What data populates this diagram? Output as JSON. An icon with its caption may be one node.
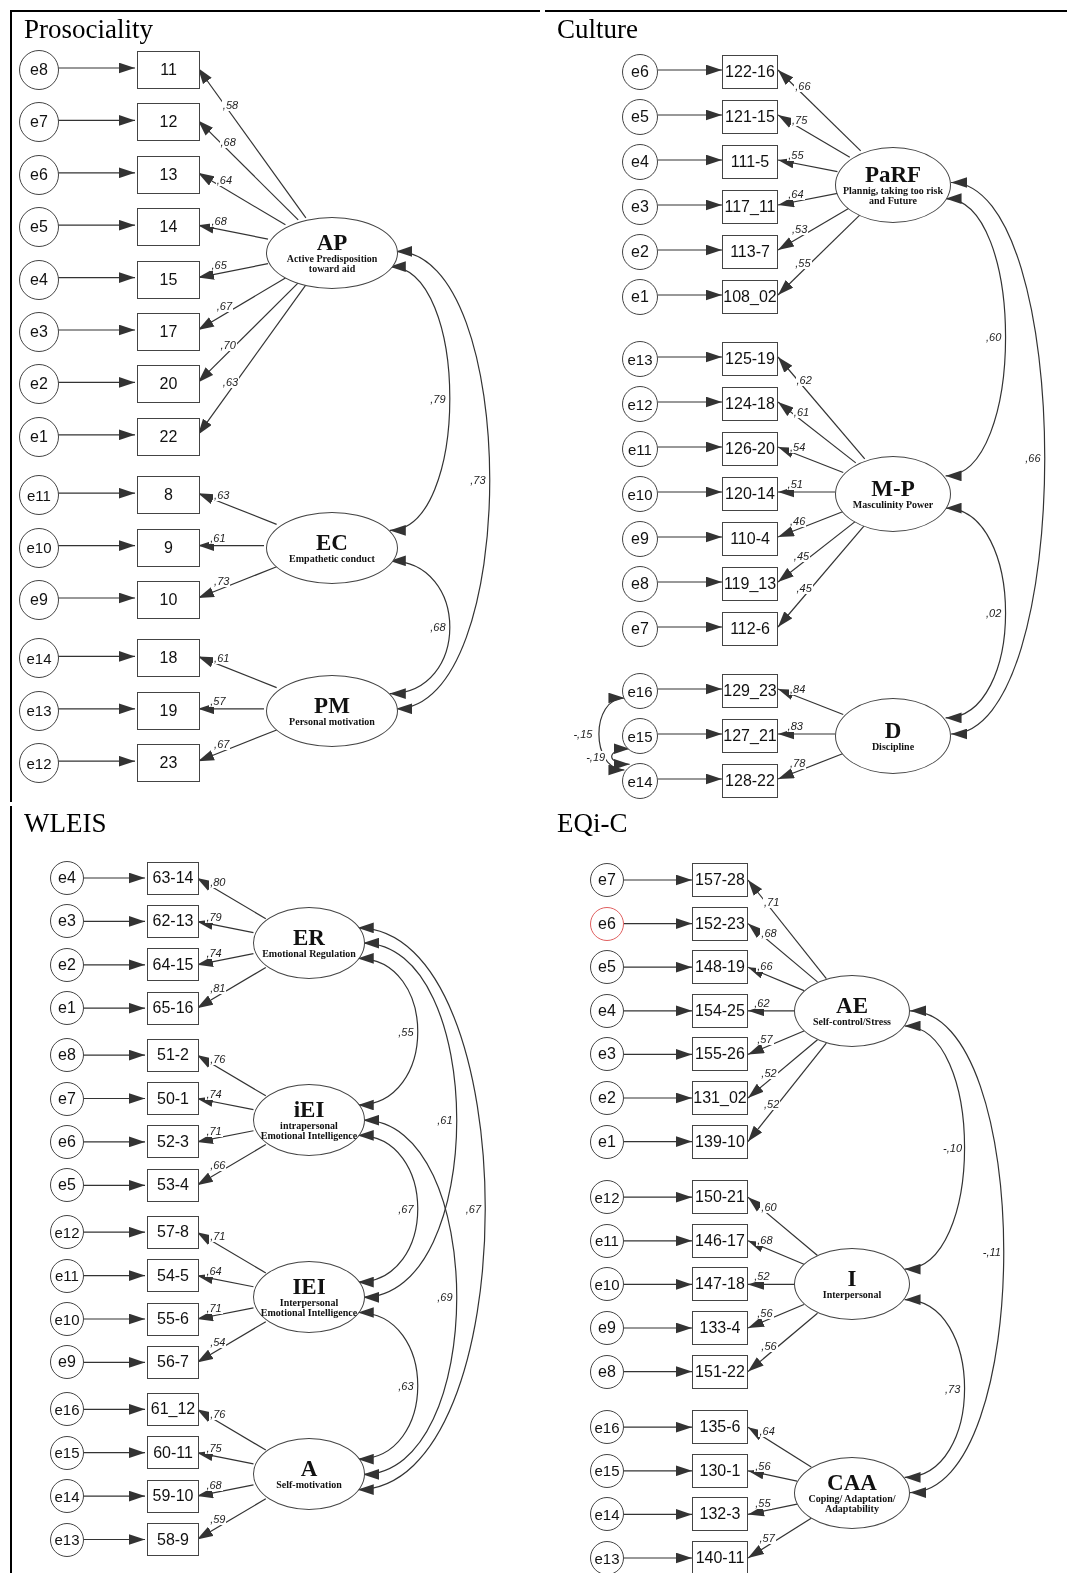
{
  "diagram": {
    "nodes": [
      {
        "text": [
          "Prosociality"
        ]
      },
      {
        "text": [
          "e8"
        ],
        "in": 0
      },
      {
        "text": [
          "11"
        ],
        "in": 0
      },
      {
        "text": [
          "e7"
        ],
        "in": 0
      },
      {
        "text": [
          "12"
        ],
        "in": 0
      },
      {
        "text": [
          "e6"
        ],
        "in": 0
      },
      {
        "text": [
          "13"
        ],
        "in": 0
      },
      {
        "text": [
          "e5"
        ],
        "in": 0
      },
      {
        "text": [
          "14"
        ],
        "in": 0
      },
      {
        "text": [
          "e4"
        ],
        "in": 0
      },
      {
        "text": [
          "15"
        ],
        "in": 0
      },
      {
        "text": [
          "e3"
        ],
        "in": 0
      },
      {
        "text": [
          "17"
        ],
        "in": 0
      },
      {
        "text": [
          "e2"
        ],
        "in": 0
      },
      {
        "text": [
          "20"
        ],
        "in": 0
      },
      {
        "text": [
          "e1"
        ],
        "in": 0
      },
      {
        "text": [
          "22"
        ],
        "in": 0
      },
      {
        "text": [
          "AP",
          "Active Predisposition toward aid"
        ],
        "in": 0
      },
      {
        "text": [
          "e11"
        ],
        "in": 0
      },
      {
        "text": [
          "8"
        ],
        "in": 0
      },
      {
        "text": [
          "e10"
        ],
        "in": 0
      },
      {
        "text": [
          "9"
        ],
        "in": 0
      },
      {
        "text": [
          "e9"
        ],
        "in": 0
      },
      {
        "text": [
          "10"
        ],
        "in": 0
      },
      {
        "text": [
          "EC",
          "Empathetic conduct"
        ],
        "in": 0
      },
      {
        "text": [
          "e14"
        ],
        "in": 0
      },
      {
        "text": [
          "18"
        ],
        "in": 0
      },
      {
        "text": [
          "e13"
        ],
        "in": 0
      },
      {
        "text": [
          "19"
        ],
        "in": 0
      },
      {
        "text": [
          "e12"
        ],
        "in": 0
      },
      {
        "text": [
          "23"
        ],
        "in": 0
      },
      {
        "text": [
          "PM",
          "Personal motivation"
        ],
        "in": 0
      },
      {
        "text": [
          "Culture"
        ]
      },
      {
        "text": [
          "e6"
        ],
        "in": 32
      },
      {
        "text": [
          "122-16"
        ],
        "in": 32
      },
      {
        "text": [
          "e5"
        ],
        "in": 32
      },
      {
        "text": [
          "121-15"
        ],
        "in": 32
      },
      {
        "text": [
          "e4"
        ],
        "in": 32
      },
      {
        "text": [
          "111-5"
        ],
        "in": 32
      },
      {
        "text": [
          "e3"
        ],
        "in": 32
      },
      {
        "text": [
          "117_11"
        ],
        "in": 32
      },
      {
        "text": [
          "e2"
        ],
        "in": 32
      },
      {
        "text": [
          "113-7"
        ],
        "in": 32
      },
      {
        "text": [
          "e1"
        ],
        "in": 32
      },
      {
        "text": [
          "108_02"
        ],
        "in": 32
      },
      {
        "text": [
          "PaRF",
          "Plannig, taking too risk and Future"
        ],
        "in": 32
      },
      {
        "text": [
          "e13"
        ],
        "in": 32
      },
      {
        "text": [
          "125-19"
        ],
        "in": 32
      },
      {
        "text": [
          "e12"
        ],
        "in": 32
      },
      {
        "text": [
          "124-18"
        ],
        "in": 32
      },
      {
        "text": [
          "e11"
        ],
        "in": 32
      },
      {
        "text": [
          "126-20"
        ],
        "in": 32
      },
      {
        "text": [
          "e10"
        ],
        "in": 32
      },
      {
        "text": [
          "120-14"
        ],
        "in": 32
      },
      {
        "text": [
          "e9"
        ],
        "in": 32
      },
      {
        "text": [
          "110-4"
        ],
        "in": 32
      },
      {
        "text": [
          "e8"
        ],
        "in": 32
      },
      {
        "text": [
          "119_13"
        ],
        "in": 32
      },
      {
        "text": [
          "e7"
        ],
        "in": 32
      },
      {
        "text": [
          "112-6"
        ],
        "in": 32
      },
      {
        "text": [
          "M-P",
          "Masculinity Power"
        ],
        "in": 32
      },
      {
        "text": [
          "e16"
        ],
        "in": 32
      },
      {
        "text": [
          "129_23"
        ],
        "in": 32
      },
      {
        "text": [
          "e15"
        ],
        "in": 32
      },
      {
        "text": [
          "127_21"
        ],
        "in": 32
      },
      {
        "text": [
          "e14"
        ],
        "in": 32
      },
      {
        "text": [
          "128-22"
        ],
        "in": 32
      },
      {
        "text": [
          "D",
          "Discipline"
        ],
        "in": 32
      },
      {
        "text": [
          "WLEIS"
        ]
      },
      {
        "text": [
          "e4"
        ],
        "in": 68
      },
      {
        "text": [
          "63-14"
        ],
        "in": 68
      },
      {
        "text": [
          "e3"
        ],
        "in": 68
      },
      {
        "text": [
          "62-13"
        ],
        "in": 68
      },
      {
        "text": [
          "e2"
        ],
        "in": 68
      },
      {
        "text": [
          "64-15"
        ],
        "in": 68
      },
      {
        "text": [
          "e1"
        ],
        "in": 68
      },
      {
        "text": [
          "65-16"
        ],
        "in": 68
      },
      {
        "text": [
          "ER",
          "Emotional Regulation"
        ],
        "in": 68
      },
      {
        "text": [
          "e8"
        ],
        "in": 68
      },
      {
        "text": [
          "51-2"
        ],
        "in": 68
      },
      {
        "text": [
          "e7"
        ],
        "in": 68
      },
      {
        "text": [
          "50-1"
        ],
        "in": 68
      },
      {
        "text": [
          "e6"
        ],
        "in": 68
      },
      {
        "text": [
          "52-3"
        ],
        "in": 68
      },
      {
        "text": [
          "e5"
        ],
        "in": 68
      },
      {
        "text": [
          "53-4"
        ],
        "in": 68
      },
      {
        "text": [
          "iEI",
          "intrapersonal Emotional Intelligence"
        ],
        "in": 68
      },
      {
        "text": [
          "e12"
        ],
        "in": 68
      },
      {
        "text": [
          "57-8"
        ],
        "in": 68
      },
      {
        "text": [
          "e11"
        ],
        "in": 68
      },
      {
        "text": [
          "54-5"
        ],
        "in": 68
      },
      {
        "text": [
          "e10"
        ],
        "in": 68
      },
      {
        "text": [
          "55-6"
        ],
        "in": 68
      },
      {
        "text": [
          "e9"
        ],
        "in": 68
      },
      {
        "text": [
          "56-7"
        ],
        "in": 68
      },
      {
        "text": [
          "IEI",
          "Interpersonal Emotional Intelligence"
        ],
        "in": 68
      },
      {
        "text": [
          "e16"
        ],
        "in": 68
      },
      {
        "text": [
          "61_12"
        ],
        "in": 68
      },
      {
        "text": [
          "e15"
        ],
        "in": 68
      },
      {
        "text": [
          "60-11"
        ],
        "in": 68
      },
      {
        "text": [
          "e14"
        ],
        "in": 68
      },
      {
        "text": [
          "59-10"
        ],
        "in": 68
      },
      {
        "text": [
          "e13"
        ],
        "in": 68
      },
      {
        "text": [
          "58-9"
        ],
        "in": 68
      },
      {
        "text": [
          "A",
          "Self-motivation"
        ],
        "in": 68
      },
      {
        "text": [
          "EQi-C"
        ]
      },
      {
        "text": [
          "e7"
        ],
        "in": 105
      },
      {
        "text": [
          "157-28"
        ],
        "in": 105
      },
      {
        "text": [
          "e6"
        ],
        "in": 105
      },
      {
        "text": [
          "152-23"
        ],
        "in": 105
      },
      {
        "text": [
          "e5"
        ],
        "in": 105
      },
      {
        "text": [
          "148-19"
        ],
        "in": 105
      },
      {
        "text": [
          "e4"
        ],
        "in": 105
      },
      {
        "text": [
          "154-25"
        ],
        "in": 105
      },
      {
        "text": [
          "e3"
        ],
        "in": 105
      },
      {
        "text": [
          "155-26"
        ],
        "in": 105
      },
      {
        "text": [
          "e2"
        ],
        "in": 105
      },
      {
        "text": [
          "131_02"
        ],
        "in": 105
      },
      {
        "text": [
          "e1"
        ],
        "in": 105
      },
      {
        "text": [
          "139-10"
        ],
        "in": 105
      },
      {
        "text": [
          "AE",
          "Self-control/Stress"
        ],
        "in": 105
      },
      {
        "text": [
          "e12"
        ],
        "in": 105
      },
      {
        "text": [
          "150-21"
        ],
        "in": 105
      },
      {
        "text": [
          "e11"
        ],
        "in": 105
      },
      {
        "text": [
          "146-17"
        ],
        "in": 105
      },
      {
        "text": [
          "e10"
        ],
        "in": 105
      },
      {
        "text": [
          "147-18"
        ],
        "in": 105
      },
      {
        "text": [
          "e9"
        ],
        "in": 105
      },
      {
        "text": [
          "133-4"
        ],
        "in": 105
      },
      {
        "text": [
          "e8"
        ],
        "in": 105
      },
      {
        "text": [
          "151-22"
        ],
        "in": 105
      },
      {
        "text": [
          "I",
          "Interpersonal"
        ],
        "in": 105
      },
      {
        "text": [
          "e16"
        ],
        "in": 105
      },
      {
        "text": [
          "135-6"
        ],
        "in": 105
      },
      {
        "text": [
          "e15"
        ],
        "in": 105
      },
      {
        "text": [
          "130-1"
        ],
        "in": 105
      },
      {
        "text": [
          "e14"
        ],
        "in": 105
      },
      {
        "text": [
          "132-3"
        ],
        "in": 105
      },
      {
        "text": [
          "e13"
        ],
        "in": 105
      },
      {
        "text": [
          "140-11"
        ],
        "in": 105
      },
      {
        "text": [
          "CAA",
          "Coping/ Adaptation/ Adaptability"
        ],
        "in": 105
      }
    ],
    "edges": [
      {
        "from": 1,
        "to": 2,
        "arrow": "to"
      },
      {
        "from": 17,
        "to": 2,
        "arrow": "to",
        "label": ",58"
      },
      {
        "from": 3,
        "to": 4,
        "arrow": "to"
      },
      {
        "from": 17,
        "to": 4,
        "arrow": "to",
        "label": ",68"
      },
      {
        "from": 5,
        "to": 6,
        "arrow": "to"
      },
      {
        "from": 17,
        "to": 6,
        "arrow": "to",
        "label": ",64"
      },
      {
        "from": 7,
        "to": 8,
        "arrow": "to"
      },
      {
        "from": 17,
        "to": 8,
        "arrow": "to",
        "label": ",68"
      },
      {
        "from": 9,
        "to": 10,
        "arrow": "to"
      },
      {
        "from": 17,
        "to": 10,
        "arrow": "to",
        "label": ",65"
      },
      {
        "from": 11,
        "to": 12,
        "arrow": "to"
      },
      {
        "from": 17,
        "to": 12,
        "arrow": "to",
        "label": ",67"
      },
      {
        "from": 13,
        "to": 14,
        "arrow": "to"
      },
      {
        "from": 17,
        "to": 14,
        "arrow": "to",
        "label": ",70"
      },
      {
        "from": 15,
        "to": 16,
        "arrow": "to"
      },
      {
        "from": 17,
        "to": 16,
        "arrow": "to",
        "label": ",63"
      },
      {
        "from": 18,
        "to": 19,
        "arrow": "to"
      },
      {
        "from": 24,
        "to": 19,
        "arrow": "to",
        "label": ",63"
      },
      {
        "from": 20,
        "to": 21,
        "arrow": "to"
      },
      {
        "from": 24,
        "to": 21,
        "arrow": "to",
        "label": ",61"
      },
      {
        "from": 22,
        "to": 23,
        "arrow": "to"
      },
      {
        "from": 24,
        "to": 23,
        "arrow": "to",
        "label": ",73"
      },
      {
        "from": 25,
        "to": 26,
        "arrow": "to"
      },
      {
        "from": 31,
        "to": 26,
        "arrow": "to",
        "label": ",61"
      },
      {
        "from": 27,
        "to": 28,
        "arrow": "to"
      },
      {
        "from": 31,
        "to": 28,
        "arrow": "to",
        "label": ",57"
      },
      {
        "from": 29,
        "to": 30,
        "arrow": "to"
      },
      {
        "from": 31,
        "to": 30,
        "arrow": "to",
        "label": ",67"
      },
      {
        "from": 17,
        "to": 24,
        "arrow": "both",
        "label": ",79"
      },
      {
        "from": 17,
        "to": 31,
        "arrow": "both",
        "label": ",73"
      },
      {
        "from": 24,
        "to": 31,
        "arrow": "both",
        "label": ",68"
      },
      {
        "from": 33,
        "to": 34,
        "arrow": "to"
      },
      {
        "from": 45,
        "to": 34,
        "arrow": "to",
        "label": ",66"
      },
      {
        "from": 35,
        "to": 36,
        "arrow": "to"
      },
      {
        "from": 45,
        "to": 36,
        "arrow": "to",
        "label": ",75"
      },
      {
        "from": 37,
        "to": 38,
        "arrow": "to"
      },
      {
        "from": 45,
        "to": 38,
        "arrow": "to",
        "label": ",55"
      },
      {
        "from": 39,
        "to": 40,
        "arrow": "to"
      },
      {
        "from": 45,
        "to": 40,
        "arrow": "to",
        "label": ",64"
      },
      {
        "from": 41,
        "to": 42,
        "arrow": "to"
      },
      {
        "from": 45,
        "to": 42,
        "arrow": "to",
        "label": ",53"
      },
      {
        "from": 43,
        "to": 44,
        "arrow": "to"
      },
      {
        "from": 45,
        "to": 44,
        "arrow": "to",
        "label": ",55"
      },
      {
        "from": 46,
        "to": 47,
        "arrow": "to"
      },
      {
        "from": 60,
        "to": 47,
        "arrow": "to",
        "label": ",62"
      },
      {
        "from": 48,
        "to": 49,
        "arrow": "to"
      },
      {
        "from": 60,
        "to": 49,
        "arrow": "to",
        "label": ",61"
      },
      {
        "from": 50,
        "to": 51,
        "arrow": "to"
      },
      {
        "from": 60,
        "to": 51,
        "arrow": "to",
        "label": ",54"
      },
      {
        "from": 52,
        "to": 53,
        "arrow": "to"
      },
      {
        "from": 60,
        "to": 53,
        "arrow": "to",
        "label": ",51"
      },
      {
        "from": 54,
        "to": 55,
        "arrow": "to"
      },
      {
        "from": 60,
        "to": 55,
        "arrow": "to",
        "label": ",46"
      },
      {
        "from": 56,
        "to": 57,
        "arrow": "to"
      },
      {
        "from": 60,
        "to": 57,
        "arrow": "to",
        "label": ",45"
      },
      {
        "from": 58,
        "to": 59,
        "arrow": "to"
      },
      {
        "from": 60,
        "to": 59,
        "arrow": "to",
        "label": ",45"
      },
      {
        "from": 61,
        "to": 62,
        "arrow": "to"
      },
      {
        "from": 67,
        "to": 62,
        "arrow": "to",
        "label": ",84"
      },
      {
        "from": 63,
        "to": 64,
        "arrow": "to"
      },
      {
        "from": 67,
        "to": 64,
        "arrow": "to",
        "label": ",83"
      },
      {
        "from": 65,
        "to": 66,
        "arrow": "to"
      },
      {
        "from": 67,
        "to": 66,
        "arrow": "to",
        "label": ",78"
      },
      {
        "from": 45,
        "to": 60,
        "arrow": "both",
        "label": ",60"
      },
      {
        "from": 45,
        "to": 67,
        "arrow": "both",
        "label": ",66"
      },
      {
        "from": 60,
        "to": 67,
        "arrow": "both",
        "label": ",02"
      },
      {
        "from": 61,
        "to": 65,
        "arrow": "both",
        "label": "-,15"
      },
      {
        "from": 63,
        "to": 65,
        "arrow": "both",
        "label": "-,19"
      },
      {
        "from": 69,
        "to": 70,
        "arrow": "to"
      },
      {
        "from": 77,
        "to": 70,
        "arrow": "to",
        "label": ",80"
      },
      {
        "from": 71,
        "to": 72,
        "arrow": "to"
      },
      {
        "from": 77,
        "to": 72,
        "arrow": "to",
        "label": ",79"
      },
      {
        "from": 73,
        "to": 74,
        "arrow": "to"
      },
      {
        "from": 77,
        "to": 74,
        "arrow": "to",
        "label": ",74"
      },
      {
        "from": 75,
        "to": 76,
        "arrow": "to"
      },
      {
        "from": 77,
        "to": 76,
        "arrow": "to",
        "label": ",81"
      },
      {
        "from": 78,
        "to": 79,
        "arrow": "to"
      },
      {
        "from": 86,
        "to": 79,
        "arrow": "to",
        "label": ",76"
      },
      {
        "from": 80,
        "to": 81,
        "arrow": "to"
      },
      {
        "from": 86,
        "to": 81,
        "arrow": "to",
        "label": ",74"
      },
      {
        "from": 82,
        "to": 83,
        "arrow": "to"
      },
      {
        "from": 86,
        "to": 83,
        "arrow": "to",
        "label": ",71"
      },
      {
        "from": 84,
        "to": 85,
        "arrow": "to"
      },
      {
        "from": 86,
        "to": 85,
        "arrow": "to",
        "label": ",66"
      },
      {
        "from": 87,
        "to": 88,
        "arrow": "to"
      },
      {
        "from": 95,
        "to": 88,
        "arrow": "to",
        "label": ",71"
      },
      {
        "from": 89,
        "to": 90,
        "arrow": "to"
      },
      {
        "from": 95,
        "to": 90,
        "arrow": "to",
        "label": ",64"
      },
      {
        "from": 91,
        "to": 92,
        "arrow": "to"
      },
      {
        "from": 95,
        "to": 92,
        "arrow": "to",
        "label": ",71"
      },
      {
        "from": 93,
        "to": 94,
        "arrow": "to"
      },
      {
        "from": 95,
        "to": 94,
        "arrow": "to",
        "label": ",54"
      },
      {
        "from": 96,
        "to": 97,
        "arrow": "to"
      },
      {
        "from": 104,
        "to": 97,
        "arrow": "to",
        "label": ",76"
      },
      {
        "from": 98,
        "to": 99,
        "arrow": "to"
      },
      {
        "from": 104,
        "to": 99,
        "arrow": "to",
        "label": ",75"
      },
      {
        "from": 100,
        "to": 101,
        "arrow": "to"
      },
      {
        "from": 104,
        "to": 101,
        "arrow": "to",
        "label": ",68"
      },
      {
        "from": 102,
        "to": 103,
        "arrow": "to"
      },
      {
        "from": 104,
        "to": 103,
        "arrow": "to",
        "label": ",59"
      },
      {
        "from": 77,
        "to": 86,
        "arrow": "both",
        "label": ",55"
      },
      {
        "from": 77,
        "to": 95,
        "arrow": "both",
        "label": ",61"
      },
      {
        "from": 77,
        "to": 104,
        "arrow": "both",
        "label": ",67"
      },
      {
        "from": 86,
        "to": 95,
        "arrow": "both",
        "label": ",67"
      },
      {
        "from": 86,
        "to": 104,
        "arrow": "both",
        "label": ",69"
      },
      {
        "from": 95,
        "to": 104,
        "arrow": "both",
        "label": ",63"
      },
      {
        "from": 106,
        "to": 107,
        "arrow": "to"
      },
      {
        "from": 120,
        "to": 107,
        "arrow": "to",
        "label": ",71"
      },
      {
        "from": 108,
        "to": 109,
        "arrow": "to"
      },
      {
        "from": 120,
        "to": 109,
        "arrow": "to",
        "label": ",68"
      },
      {
        "from": 110,
        "to": 111,
        "arrow": "to"
      },
      {
        "from": 120,
        "to": 111,
        "arrow": "to",
        "label": ",66"
      },
      {
        "from": 112,
        "to": 113,
        "arrow": "to"
      },
      {
        "from": 120,
        "to": 113,
        "arrow": "to",
        "label": ",62"
      },
      {
        "from": 114,
        "to": 115,
        "arrow": "to"
      },
      {
        "from": 120,
        "to": 115,
        "arrow": "to",
        "label": ",57"
      },
      {
        "from": 116,
        "to": 117,
        "arrow": "to"
      },
      {
        "from": 120,
        "to": 117,
        "arrow": "to",
        "label": ",52"
      },
      {
        "from": 118,
        "to": 119,
        "arrow": "to"
      },
      {
        "from": 120,
        "to": 119,
        "arrow": "to",
        "label": ",52"
      },
      {
        "from": 121,
        "to": 122,
        "arrow": "to"
      },
      {
        "from": 131,
        "to": 122,
        "arrow": "to",
        "label": ",60"
      },
      {
        "from": 123,
        "to": 124,
        "arrow": "to"
      },
      {
        "from": 131,
        "to": 124,
        "arrow": "to",
        "label": ",68"
      },
      {
        "from": 125,
        "to": 126,
        "arrow": "to"
      },
      {
        "from": 131,
        "to": 126,
        "arrow": "to",
        "label": ",52"
      },
      {
        "from": 127,
        "to": 128,
        "arrow": "to"
      },
      {
        "from": 131,
        "to": 128,
        "arrow": "to",
        "label": ",56"
      },
      {
        "from": 129,
        "to": 130,
        "arrow": "to"
      },
      {
        "from": 131,
        "to": 130,
        "arrow": "to",
        "label": ",56"
      },
      {
        "from": 132,
        "to": 133,
        "arrow": "to"
      },
      {
        "from": 140,
        "to": 133,
        "arrow": "to",
        "label": ",64"
      },
      {
        "from": 134,
        "to": 135,
        "arrow": "to"
      },
      {
        "from": 140,
        "to": 135,
        "arrow": "to",
        "label": ",56"
      },
      {
        "from": 136,
        "to": 137,
        "arrow": "to"
      },
      {
        "from": 140,
        "to": 137,
        "arrow": "to",
        "label": ",55"
      },
      {
        "from": 138,
        "to": 139,
        "arrow": "to"
      },
      {
        "from": 140,
        "to": 139,
        "arrow": "to",
        "label": ",57"
      },
      {
        "from": 120,
        "to": 131,
        "arrow": "both",
        "label": "-,10"
      },
      {
        "from": 120,
        "to": 140,
        "arrow": "both",
        "label": "-,11"
      },
      {
        "from": 131,
        "to": 140,
        "arrow": "both",
        "label": ",73"
      }
    ]
  }
}
